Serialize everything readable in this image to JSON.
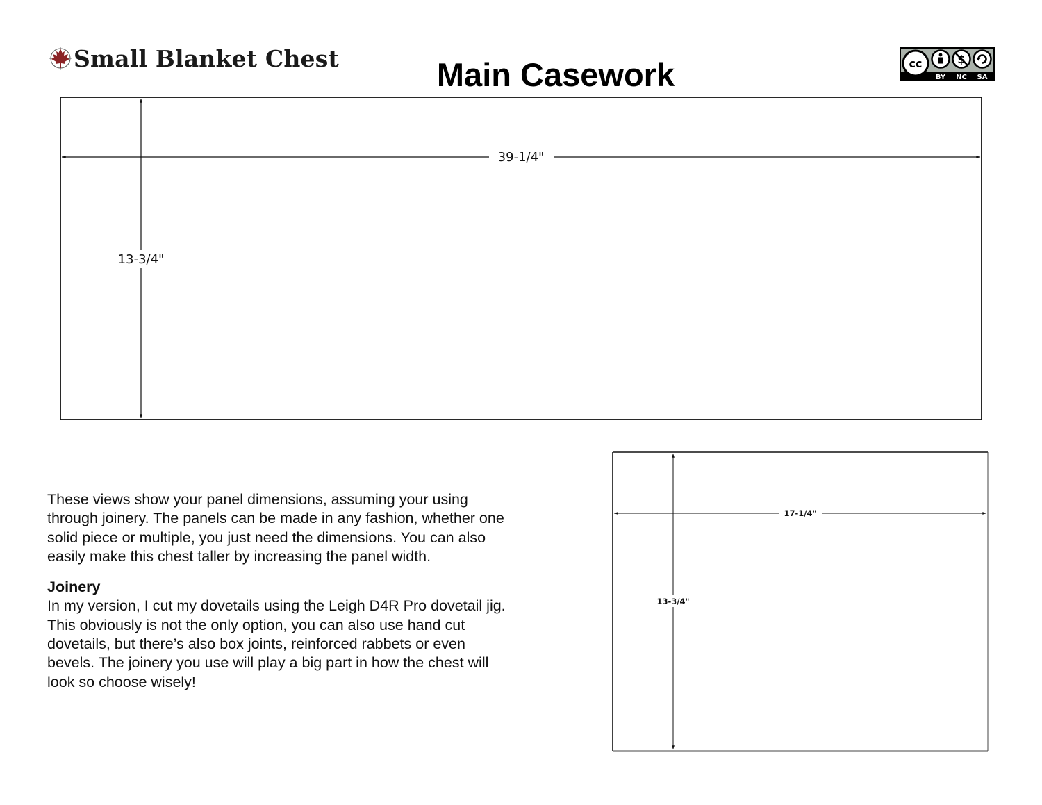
{
  "header": {
    "brand_title": "Small Blanket Chest",
    "page_title": "Main Casework"
  },
  "license_badge": {
    "main": "cc",
    "terms": [
      "BY",
      "NC",
      "SA"
    ]
  },
  "drawings": {
    "front_panel": {
      "width_label": "39-1/4\"",
      "height_label": "13-3/4\""
    },
    "side_panel": {
      "width_label": "17-1/4\"",
      "height_label": "13-3/4\""
    }
  },
  "body": {
    "intro": "These views show your panel dimensions, assuming your using through joinery. The panels can be made in any fashion, whether one solid piece or multiple, you just need the dimensions. You can also easily make this chest taller by increasing the panel width.",
    "joinery_heading": "Joinery",
    "joinery_text": "In my version, I cut my dovetails using the Leigh D4R Pro dovetail jig. This obviously is not the only option, you can also use hand cut dovetails, but there’s also box joints, reinforced rabbets or even bevels. The joinery you use will play a big part in how the chest will look so choose wisely!"
  },
  "colors": {
    "brand_icon": "#8b2326",
    "line": "#111111"
  }
}
